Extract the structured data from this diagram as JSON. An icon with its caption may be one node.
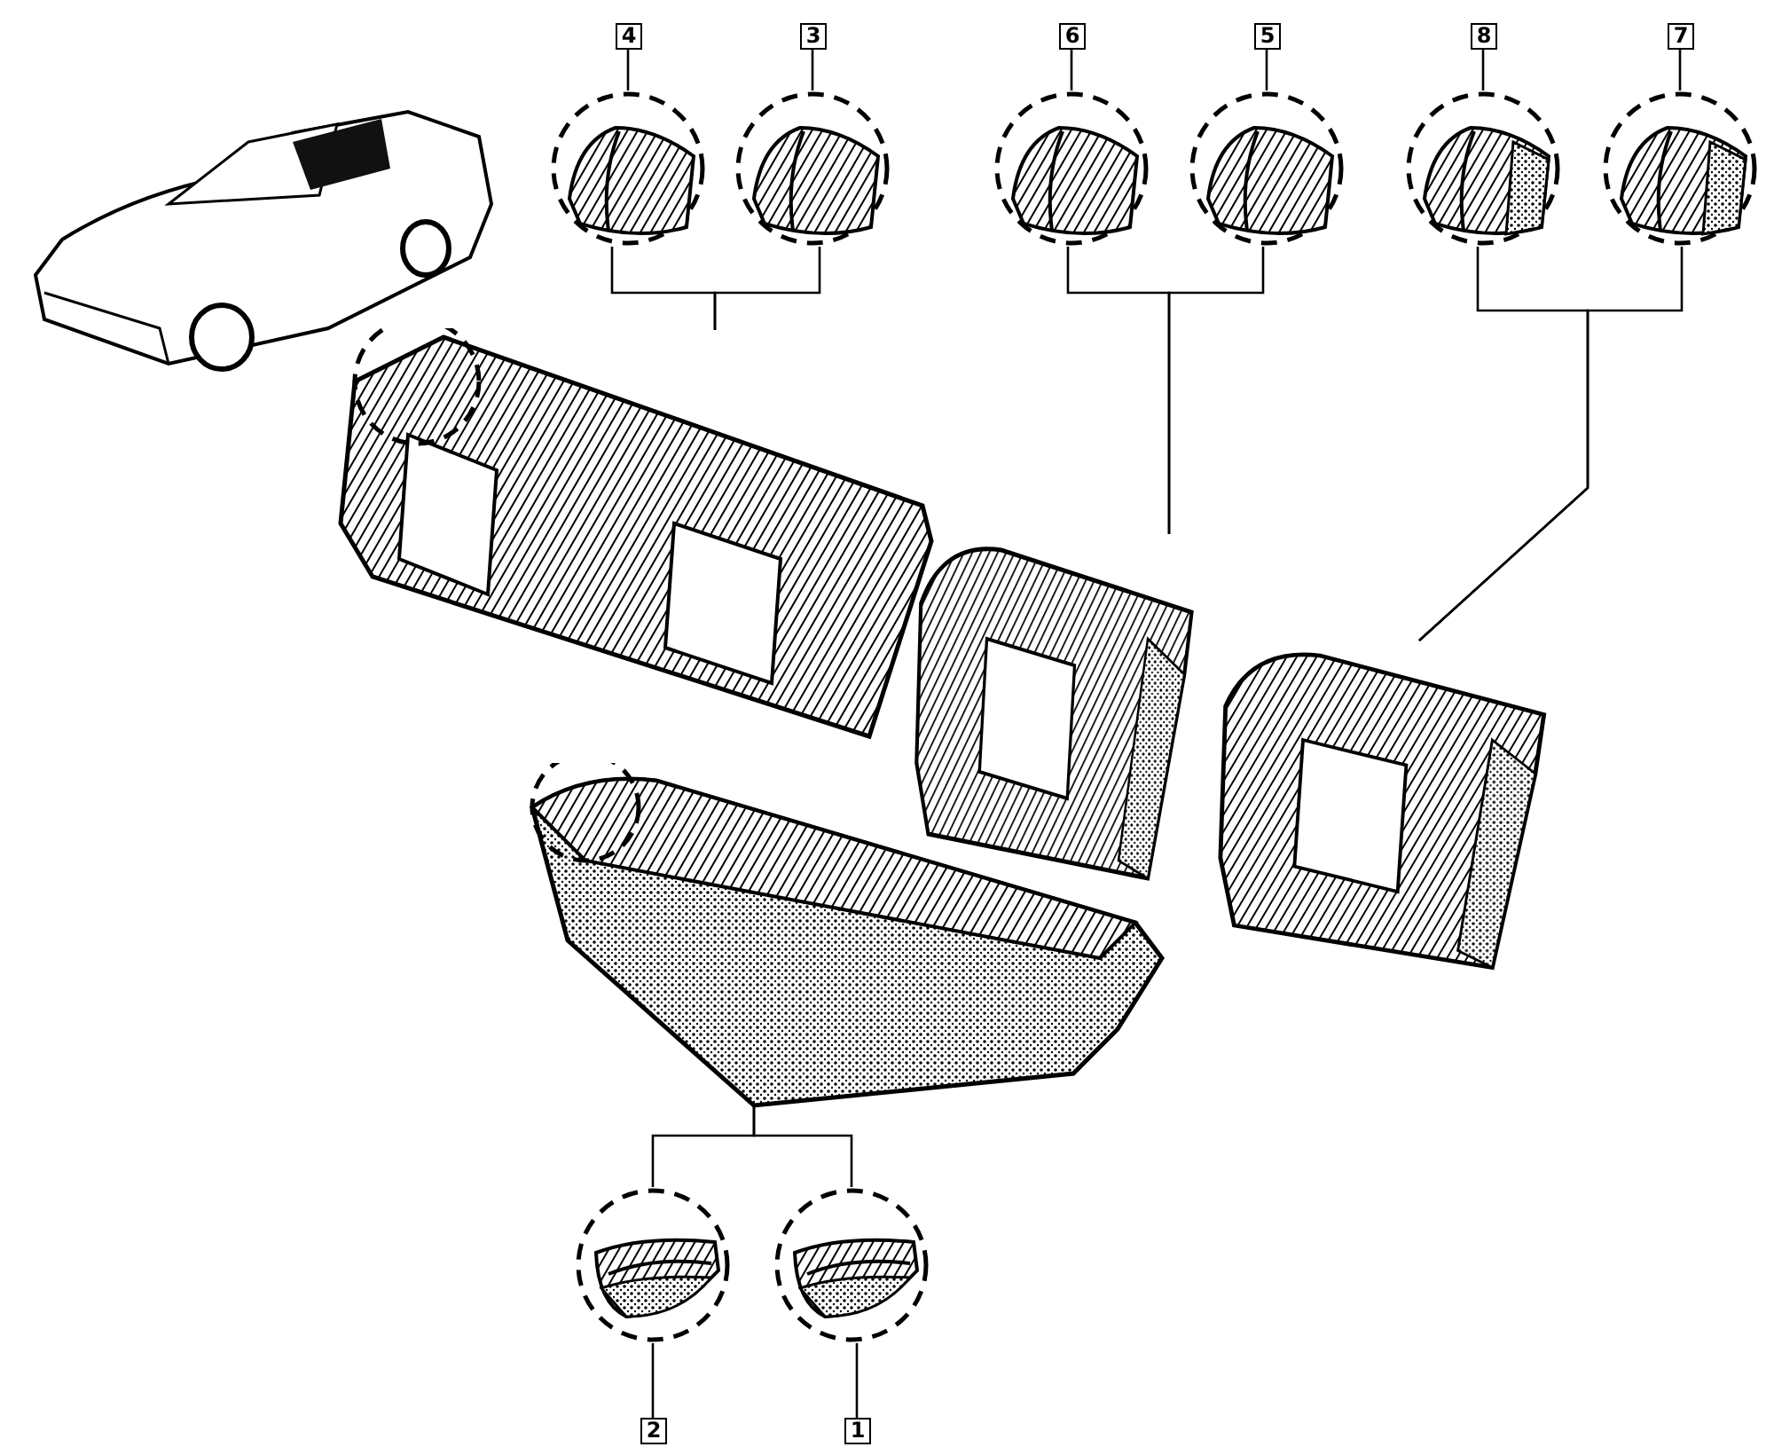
{
  "diagram": {
    "nodes": [
      {
        "text": [
          "4"
        ]
      },
      {
        "text": [
          "3"
        ]
      },
      {
        "text": [
          "6"
        ]
      },
      {
        "text": [
          "5"
        ]
      },
      {
        "text": [
          "8"
        ]
      },
      {
        "text": [
          "7"
        ]
      },
      {
        "text": [],
        "shape": "picture"
      },
      {
        "text": [],
        "shape": "picture"
      },
      {
        "text": [],
        "shape": "picture"
      },
      {
        "text": [],
        "shape": "picture"
      },
      {
        "text": [],
        "shape": "picture"
      },
      {
        "text": [],
        "shape": "picture"
      },
      {
        "text": [],
        "shape": "picture"
      },
      {
        "text": [],
        "shape": "picture"
      },
      {
        "text": [],
        "shape": "picture"
      },
      {
        "text": [],
        "shape": "picture"
      },
      {
        "text": [],
        "shape": "picture"
      },
      {
        "text": [],
        "shape": "picture"
      },
      {
        "text": [],
        "shape": "picture"
      },
      {
        "text": [
          "2"
        ]
      },
      {
        "text": [
          "1"
        ]
      }
    ],
    "edges": [
      {
        "from": 0,
        "to": 6,
        "arrow": "none"
      },
      {
        "from": 1,
        "to": 7,
        "arrow": "none"
      },
      {
        "from": 2,
        "to": 8,
        "arrow": "none"
      },
      {
        "from": 3,
        "to": 9,
        "arrow": "none"
      },
      {
        "from": 4,
        "to": 10,
        "arrow": "none"
      },
      {
        "from": 5,
        "to": 11,
        "arrow": "none"
      },
      {
        "from": 13,
        "to": 6,
        "arrow": "none"
      },
      {
        "from": 13,
        "to": 7,
        "arrow": "none"
      },
      {
        "from": 14,
        "to": 8,
        "arrow": "none"
      },
      {
        "from": 14,
        "to": 9,
        "arrow": "none"
      },
      {
        "from": 15,
        "to": 10,
        "arrow": "none"
      },
      {
        "from": 15,
        "to": 11,
        "arrow": "none"
      },
      {
        "from": 16,
        "to": 17,
        "arrow": "none"
      },
      {
        "from": 16,
        "to": 18,
        "arrow": "none"
      },
      {
        "from": 17,
        "to": 19,
        "arrow": "none"
      },
      {
        "from": 18,
        "to": 20,
        "arrow": "none"
      }
    ]
  }
}
